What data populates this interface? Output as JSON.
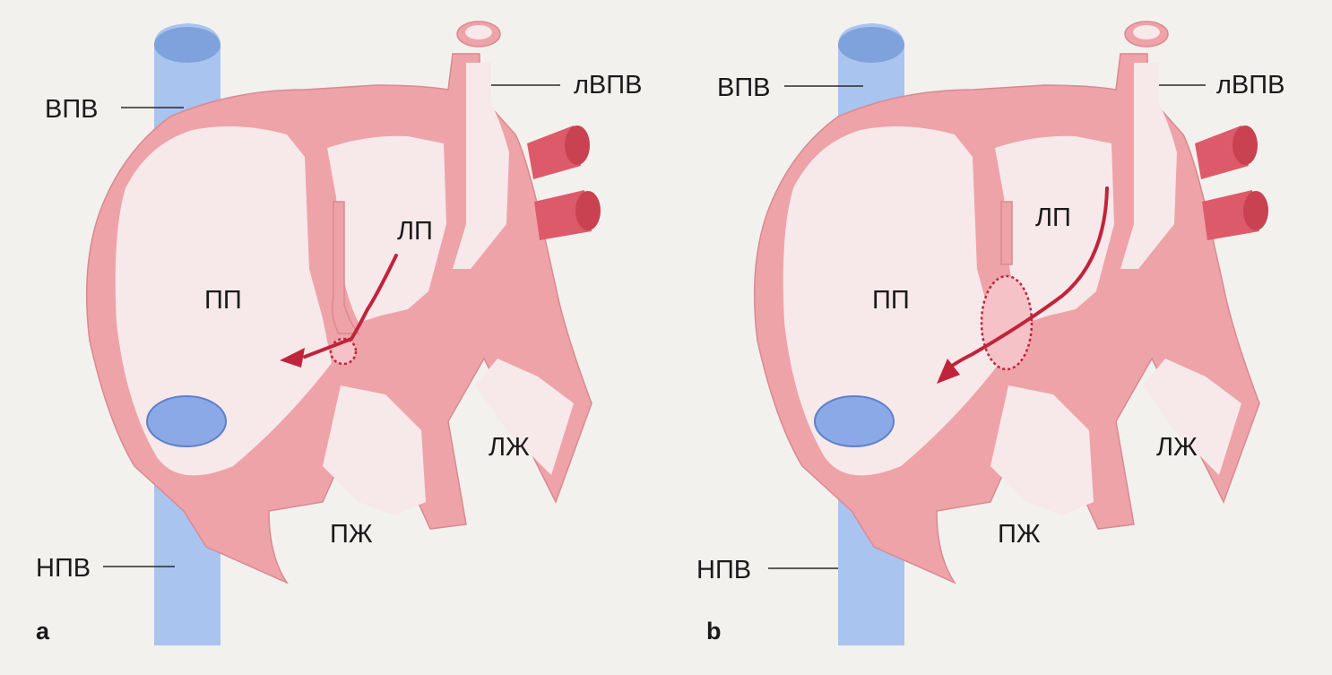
{
  "colors": {
    "page_bg": "#f2f1ee",
    "wall": "#eea3a8",
    "wall_edge": "#d98a91",
    "cavity": "#f7e8ea",
    "vein": "#a9c4ef",
    "vein_dark": "#7fa2dc",
    "vessel": "#dd5a6a",
    "vessel_dark": "#c94252",
    "arrow": "#c0243b",
    "leader": "#2a2a2a"
  },
  "panels": [
    {
      "letter": "a",
      "labels": {
        "svc": "ВПВ",
        "lsvc": "лВПВ",
        "la": "ЛП",
        "ra": "ПП",
        "lv": "ЛЖ",
        "rv": "ПЖ",
        "ivc": "НПВ"
      },
      "defect": "small"
    },
    {
      "letter": "b",
      "labels": {
        "svc": "ВПВ",
        "lsvc": "лВПВ",
        "la": "ЛП",
        "ra": "ПП",
        "lv": "ЛЖ",
        "rv": "ПЖ",
        "ivc": "НПВ"
      },
      "defect": "large"
    }
  ]
}
